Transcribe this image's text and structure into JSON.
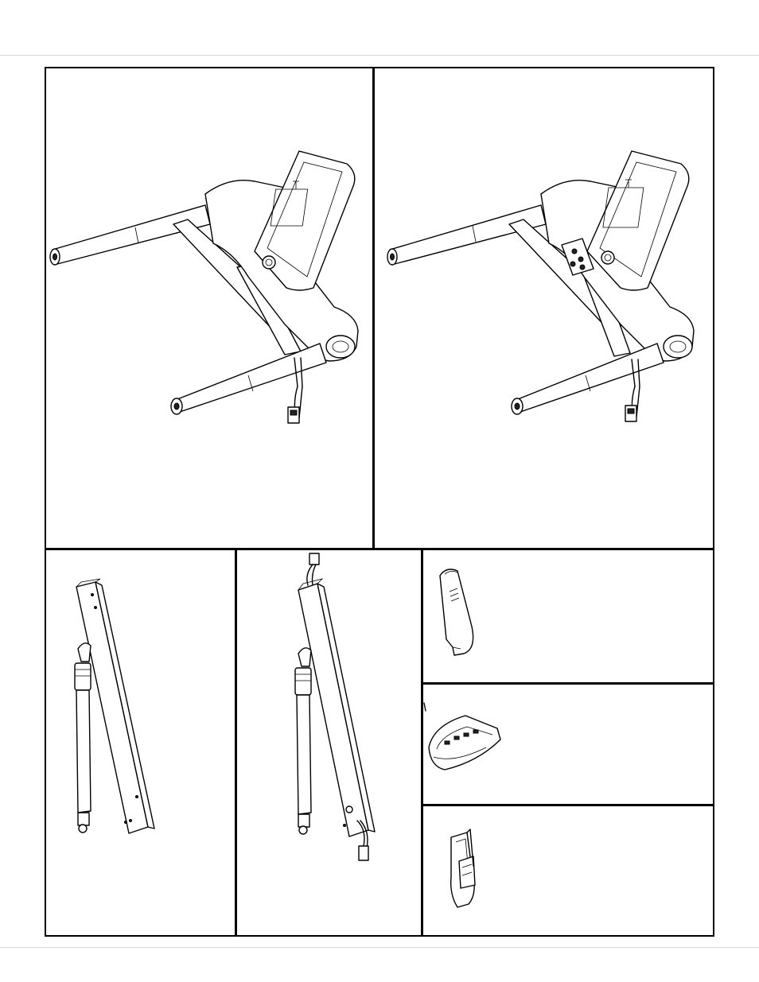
{
  "document": {
    "panels": [
      {
        "id": "console-assembly",
        "caption": ""
      },
      {
        "id": "console-assembly-with-bracket",
        "caption": ""
      },
      {
        "id": "upright-with-actuator",
        "caption": ""
      },
      {
        "id": "upright-with-wiring",
        "caption": ""
      },
      {
        "id": "side-cover",
        "caption": ""
      },
      {
        "id": "base-cover",
        "caption": ""
      },
      {
        "id": "handle-bracket",
        "caption": ""
      }
    ]
  }
}
